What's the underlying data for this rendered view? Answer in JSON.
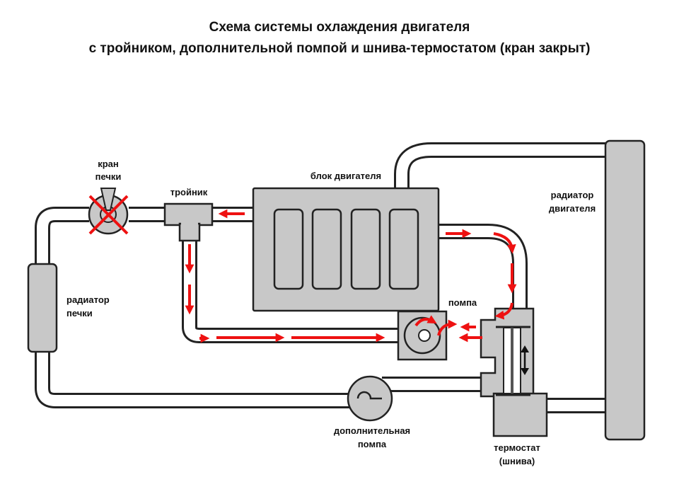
{
  "title": {
    "line1": "Схема системы охлаждения двигателя",
    "line2": "с тройником, дополнительной помпой и шнива-термостатом (кран закрыт)"
  },
  "labels": {
    "heater_valve": [
      "кран",
      "печки"
    ],
    "tee": "тройник",
    "engine_block": "блок двигателя",
    "engine_radiator": [
      "радиатор",
      "двигателя"
    ],
    "heater_radiator": [
      "радиатор",
      "печки"
    ],
    "pump": "помпа",
    "aux_pump": [
      "дополнительная",
      "помпа"
    ],
    "thermostat": [
      "термостат",
      "(шнива)"
    ]
  },
  "colors": {
    "flow": "#ee1111",
    "component_fill": "#c8c8c8",
    "outline": "#222222",
    "valve_cross": "#ee1111"
  },
  "state": {
    "heater_valve": "closed"
  }
}
